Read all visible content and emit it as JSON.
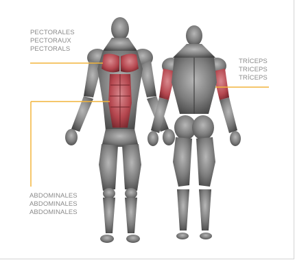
{
  "labels": {
    "pectorals": [
      "PECTORALES",
      "PECTORAUX",
      "PECTORALS"
    ],
    "triceps": [
      "TRÍCEPS",
      "TRICEPS",
      "TRÍCEPS"
    ],
    "abdominals": [
      "ABDOMINALES",
      "ABDOMINALES",
      "ABDOMINALES"
    ]
  },
  "colors": {
    "callout": "#f2b43a",
    "highlight": "#b5474f",
    "muscle": "#7d7d7d",
    "text": "#8a8a8a"
  }
}
